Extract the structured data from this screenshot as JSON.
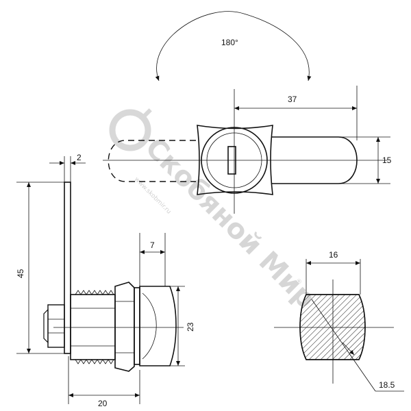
{
  "drawing": {
    "rotation_label": "180°",
    "dimensions": {
      "handle_length": "37",
      "handle_width": "15",
      "flange_thickness": "2",
      "flange_height": "45",
      "head_depth": "7",
      "head_diameter": "23",
      "body_length": "20",
      "cross_section_flat": "16",
      "cross_section_diameter": "18.5"
    },
    "watermark": {
      "brand": "Скобяной Мир",
      "registered_mark": "®",
      "site": "www.skobmir.ru"
    }
  }
}
